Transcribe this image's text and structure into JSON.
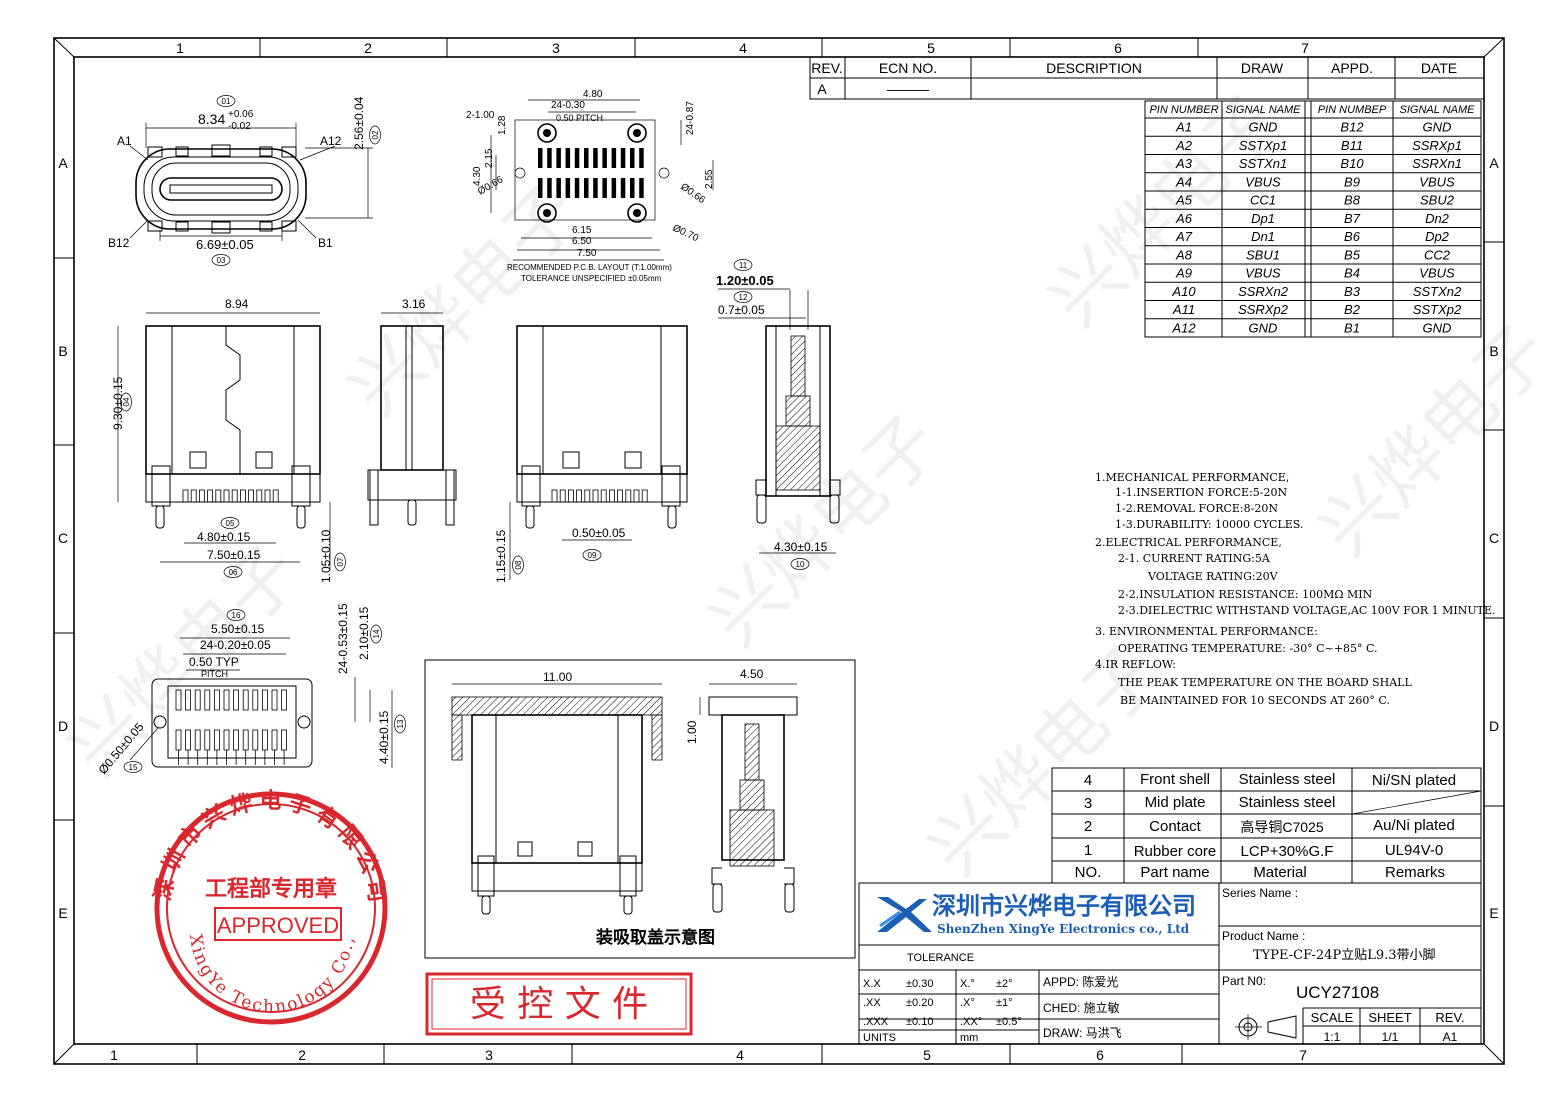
{
  "frame": {
    "top_zones": [
      "1",
      "2",
      "3",
      "4",
      "5",
      "6",
      "7"
    ],
    "bottom_zones": [
      "1",
      "2",
      "3",
      "4",
      "5",
      "6",
      "7"
    ],
    "side_zones": [
      "A",
      "B",
      "C",
      "D",
      "E"
    ]
  },
  "revision_table": {
    "headers": [
      "REV.",
      "ECN  NO.",
      "DESCRIPTION",
      "DRAW",
      "APPD.",
      "DATE"
    ],
    "row": [
      "A",
      "———",
      "",
      "",
      "",
      ""
    ]
  },
  "pin_table": {
    "headers": [
      "PIN NUMBER",
      "SIGNAL NAME",
      "PIN NUMBEP",
      "SIGNAL NAME"
    ],
    "rows": [
      [
        "A1",
        "GND",
        "B12",
        "GND"
      ],
      [
        "A2",
        "SSTXp1",
        "B11",
        "SSRXp1"
      ],
      [
        "A3",
        "SSTXn1",
        "B10",
        "SSRXn1"
      ],
      [
        "A4",
        "VBUS",
        "B9",
        "VBUS"
      ],
      [
        "A5",
        "CC1",
        "B8",
        "SBU2"
      ],
      [
        "A6",
        "Dp1",
        "B7",
        "Dn2"
      ],
      [
        "A7",
        "Dn1",
        "B6",
        "Dp2"
      ],
      [
        "A8",
        "SBU1",
        "B5",
        "CC2"
      ],
      [
        "A9",
        "VBUS",
        "B4",
        "VBUS"
      ],
      [
        "A10",
        "SSRXn2",
        "B3",
        "SSTXn2"
      ],
      [
        "A11",
        "SSRXp2",
        "B2",
        "SSTXp2"
      ],
      [
        "A12",
        "GND",
        "B1",
        "GND"
      ]
    ]
  },
  "notes": [
    "1.MECHANICAL PERFORMANCE,",
    "1-1.INSERTION FORCE:5-20N",
    "1-2.REMOVAL FORCE:8-20N",
    "1-3.DURABILITY: 10000 CYCLES.",
    "2.ELECTRICAL PERFORMANCE,",
    "2-1. CURRENT RATING:5A",
    "VOLTAGE RATING:20V",
    "2-2.INSULATION RESISTANCE: 100MΩ  MIN",
    "2-3.DIELECTRIC WITHSTAND VOLTAGE,AC 100V FOR 1 MINUTE.",
    "3. ENVIRONMENTAL PERFORMANCE:",
    "OPERATING TEMPERATURE: -30° C~+85° C.",
    "4.IR REFLOW:",
    "THE PEAK TEMPERATURE ON THE BOARD SHALL",
    "BE MAINTAINED FOR 10 SECONDS AT 260° C."
  ],
  "bom": {
    "rows": [
      [
        "4",
        "Front shell",
        "Stainless steel",
        "Ni/SN plated"
      ],
      [
        "3",
        "Mid plate",
        "Stainless steel",
        ""
      ],
      [
        "2",
        "Contact",
        "高导铜C7025",
        "Au/Ni plated"
      ],
      [
        "1",
        "Rubber core",
        "LCP+30%G.F",
        "UL94V-0"
      ]
    ],
    "headers": [
      "NO.",
      "Part name",
      "Material",
      "Remarks"
    ]
  },
  "title_block": {
    "company_cn": "深圳市兴烨电子有限公司",
    "company_en": "ShenZhen XingYe Electronics co., Ltd",
    "series_label": "Series Name :",
    "product_label": "Product Name :",
    "product_name": "TYPE-CF-24P立贴L9.3带小脚",
    "partno_label": "Part N0:",
    "part_no": "UCY27108",
    "tolerance_title": "TOLERANCE",
    "tolerances": [
      [
        "X.X",
        "±0.30",
        "X.°",
        "±2°"
      ],
      [
        ".XX",
        "±0.20",
        ".X°",
        "±1°"
      ],
      [
        ".XXX",
        "±0.10",
        ".XX°",
        "±0.5°"
      ]
    ],
    "units_label": "UNITS",
    "units": "mm",
    "appd": "APPD:  陈爱光",
    "ched": "CHED:  施立敏",
    "draw": "DRAW:  马洪飞",
    "scale_label": "SCALE",
    "scale": "1:1",
    "sheet_label": "SHEET",
    "sheet": "1/1",
    "rev_label": "REV.",
    "rev": "A1"
  },
  "stamp": {
    "ring_text": "深圳市兴烨电子有限公司",
    "ring_en": "XingYe Technology Co.,Ltd",
    "center": "工程部专用章",
    "approved": "APPROVED",
    "controlled": "受  控  文  件"
  },
  "watermark": "兴烨电子",
  "captions": {
    "recommended": "RECOMMENDED   P.C.B. LAYOUT (T:1.00mm)",
    "tolerance_unspec": "TOLERANCE  UNSPECIFIED  ±0.05mm",
    "cap_view": "装吸取盖示意图"
  },
  "dims": {
    "d01": "8.34",
    "d01_tol_p": "+0.06",
    "d01_tol_m": "-0.02",
    "d02": "2.56±0.04",
    "d03": "6.69±0.05",
    "a1": "A1",
    "a12": "A12",
    "b12": "B12",
    "b1": "B1",
    "l480": "4.80",
    "l24_030": "24-0.30",
    "l050pitch": "0.50 PITCH",
    "l2_100": "2-1.00",
    "l128": "1.28",
    "l24_087": "24-0.87",
    "l430": "4.30",
    "l215": "2.15",
    "l255": "2.55",
    "l066a": "Ø0.66",
    "l066b": "Ø0.66",
    "l615": "6.15",
    "l650": "6.50",
    "l750": "7.50",
    "l070": "Ø0.70",
    "d11": "1.20±0.05",
    "d12": "0.7±0.05",
    "d894": "8.94",
    "d316": "3.16",
    "d04": "9.30±0.15",
    "d05": "4.80±0.15",
    "d06": "7.50±0.15",
    "d07": "1.05±0.10",
    "d08": "1.15±0.15",
    "d09": "0.50±0.05",
    "d10": "4.30±0.15",
    "d16": "5.50±0.15",
    "d24_020": "24-0.20±0.05",
    "d050typ": "0.50  TYP",
    "pitch": "PITCH",
    "d14a": "24-0.53±0.15",
    "d14b": "2.10±0.15",
    "d13": "4.40±0.15",
    "d15": "Ø0.50±0.05",
    "d1100": "11.00",
    "d450": "4.50",
    "d100": "1.00",
    "b01": "01",
    "b02": "02",
    "b03": "03",
    "b04": "04",
    "b05": "05",
    "b06": "06",
    "b07": "07",
    "b08": "08",
    "b09": "09",
    "b10": "10",
    "b11": "11",
    "b12b": "12",
    "b13": "13",
    "b14": "14",
    "b15": "15",
    "b16": "16"
  }
}
